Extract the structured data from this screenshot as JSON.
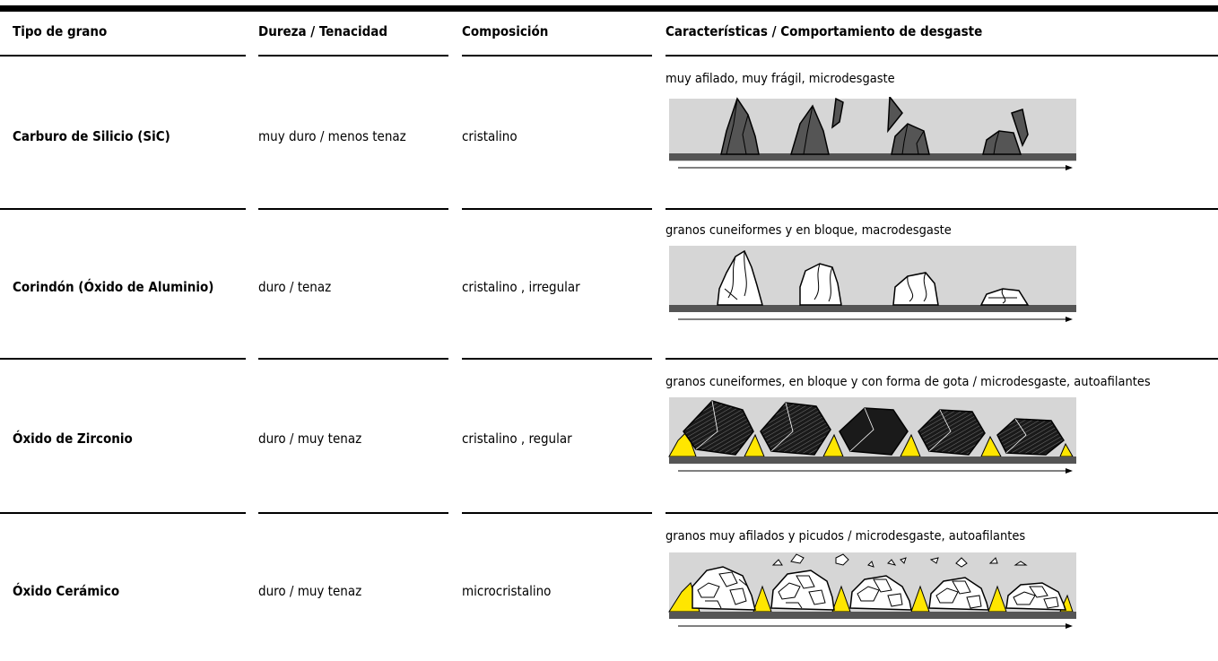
{
  "table": {
    "headers": {
      "grain": "Tipo de grano",
      "hardness": "Dureza / Tenacidad",
      "composition": "Composición",
      "characteristics": "Características / Comportamiento de desgaste"
    },
    "rows": [
      {
        "grain": "Carburo de Silicio (SiC)",
        "hardness": "muy duro / menos tenaz",
        "composition": "cristalino",
        "caption": "muy afilado, muy frágil, microdesgaste",
        "illustration_icon": "sic-wear-illustration-icon"
      },
      {
        "grain": "Corindón (Óxido de Aluminio)",
        "hardness": "duro / tenaz",
        "composition": "cristalino , irregular",
        "caption": "granos cuneiformes y en bloque, macrodesgaste",
        "illustration_icon": "corundum-wear-illustration-icon"
      },
      {
        "grain": "Óxido de Zirconio",
        "hardness": "duro / muy tenaz",
        "composition": "cristalino , regular",
        "caption": "granos cuneiformes, en bloque y con forma de gota / microdesgaste, autoafilantes",
        "illustration_icon": "zirconia-wear-illustration-icon"
      },
      {
        "grain": "Óxido Cerámico",
        "hardness": "duro / muy tenaz",
        "composition": "microcristalino",
        "caption": "granos muy afilados y picudos / microdesgaste, autoafilantes",
        "illustration_icon": "ceramic-wear-illustration-icon"
      }
    ]
  },
  "colors": {
    "panel_gray": "#d6d6d6",
    "base_dark": "#555555",
    "sic_grain": "#555555",
    "resin_yellow": "#ffe600",
    "zirconia_grain": "#1a1a1a"
  }
}
